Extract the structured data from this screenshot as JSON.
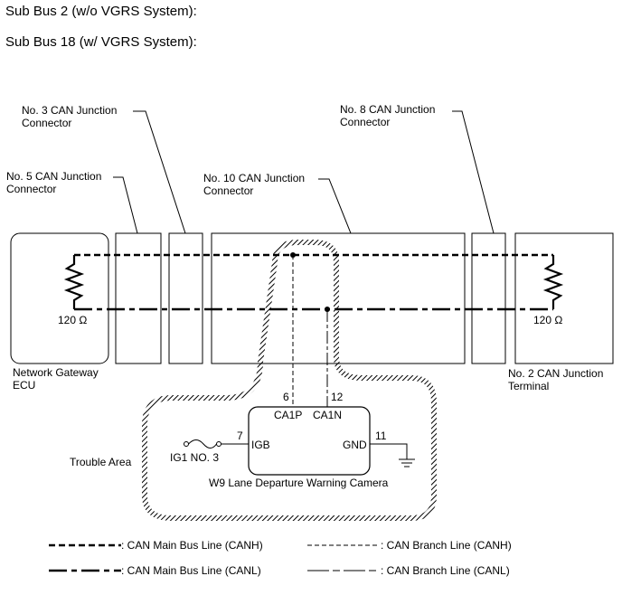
{
  "headings": {
    "line1": "Sub Bus 2 (w/o VGRS System):",
    "line2": "Sub Bus 18 (w/ VGRS System):"
  },
  "connectors": {
    "no3": [
      "No. 3 CAN Junction",
      "Connector"
    ],
    "no5": [
      "No. 5 CAN Junction",
      "Connector"
    ],
    "no10": [
      "No. 10 CAN Junction",
      "Connector"
    ],
    "no8": [
      "No. 8 CAN Junction",
      "Connector"
    ]
  },
  "network_gateway": [
    "Network Gateway",
    "ECU"
  ],
  "no2_terminal": [
    "No. 2 CAN Junction",
    "Terminal"
  ],
  "resistor_left": "120 Ω",
  "resistor_right": "120 Ω",
  "trouble_area": "Trouble Area",
  "camera": {
    "label": "W9  Lane Departure Warning Camera",
    "pin_ca1p": "6",
    "pin_ca1n": "12",
    "pin_igb": "7",
    "pin_gnd": "11",
    "term_ca1p": "CA1P",
    "term_ca1n": "CA1N",
    "term_igb": "IGB",
    "term_gnd": "GND",
    "fuse": "IG1 NO. 3"
  },
  "legend": {
    "canh_main": ": CAN Main Bus Line (CANH)",
    "canh_branch": ": CAN Branch Line (CANH)",
    "canl_main": ": CAN Main Bus Line (CANL)",
    "canl_branch": ": CAN Branch Line (CANL)"
  }
}
